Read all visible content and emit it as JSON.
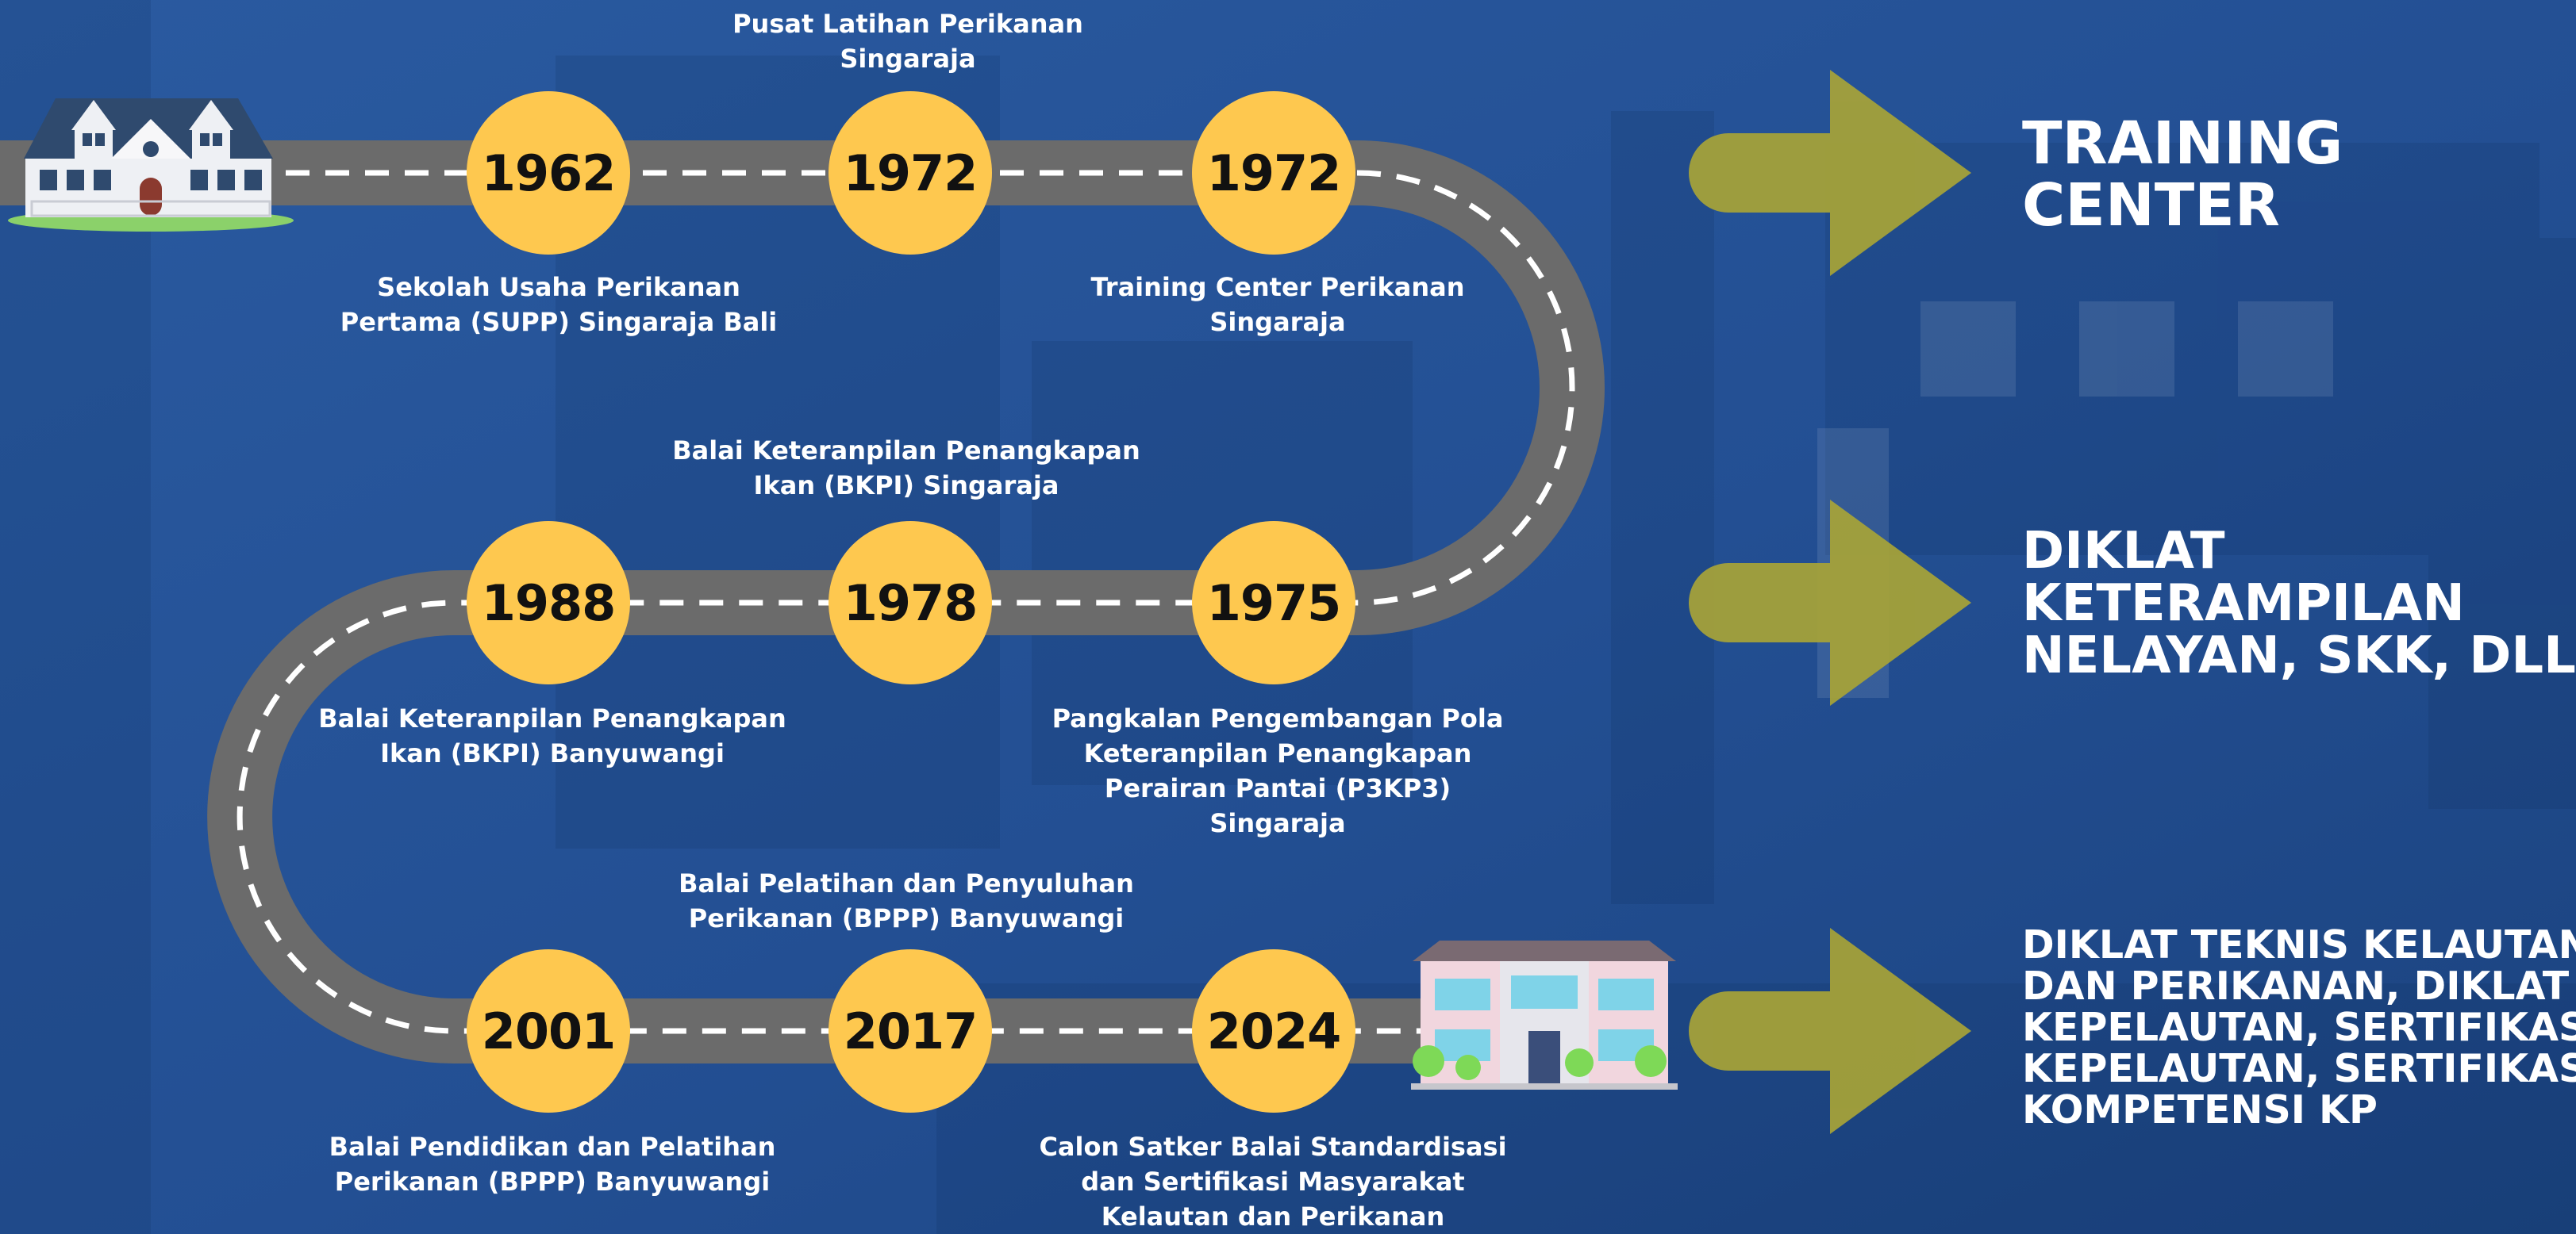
{
  "milestones": [
    {
      "year": "1962",
      "label_lines": [
        "Sekolah Usaha Perikanan",
        "Pertama (SUPP) Singaraja Bali"
      ]
    },
    {
      "year": "1972",
      "label_lines": [
        "Pusat Latihan Perikanan",
        "Singaraja"
      ]
    },
    {
      "year": "1972",
      "label_lines": [
        "Training Center Perikanan",
        "Singaraja"
      ]
    },
    {
      "year": "1975",
      "label_lines": [
        "Pangkalan Pengembangan Pola",
        "Keteranpilan Penangkapan",
        "Perairan Pantai (P3KP3)",
        "Singaraja"
      ]
    },
    {
      "year": "1978",
      "label_lines": [
        "Balai Keteranpilan Penangkapan",
        "Ikan (BKPI) Singaraja"
      ]
    },
    {
      "year": "1988",
      "label_lines": [
        "Balai Keteranpilan Penangkapan",
        "Ikan (BKPI) Banyuwangi"
      ]
    },
    {
      "year": "2001",
      "label_lines": [
        "Balai Pendidikan dan Pelatihan",
        "Perikanan (BPPP) Banyuwangi"
      ]
    },
    {
      "year": "2017",
      "label_lines": [
        "Balai Pelatihan dan Penyuluhan",
        "Perikanan (BPPP) Banyuwangi"
      ]
    },
    {
      "year": "2024",
      "label_lines": [
        "Calon Satker Balai Standardisasi",
        "dan Sertifikasi Masyarakat",
        "Kelautan dan Perikanan"
      ]
    }
  ],
  "phases": [
    {
      "lines": [
        "TRAINING",
        "CENTER"
      ]
    },
    {
      "lines": [
        "DIKLAT",
        "KETERAMPILAN",
        "NELAYAN, SKK, DLL"
      ]
    },
    {
      "lines": [
        "DIKLAT TEKNIS KELAUTAN",
        "DAN PERIKANAN, DIKLAT",
        "KEPELAUTAN, SERTIFIKASI",
        "KEPELAUTAN, SERTIFIKASI",
        "KOMPETENSI KP"
      ]
    }
  ],
  "colors": {
    "background": "#1f4a8c",
    "road": "#6b6b6b",
    "road_dash": "#ffffff",
    "year_circle": "#fec84f",
    "arrow": "#a8a437",
    "text": "#ffffff"
  },
  "icons": [
    "old-school-building-icon",
    "new-office-building-icon"
  ]
}
